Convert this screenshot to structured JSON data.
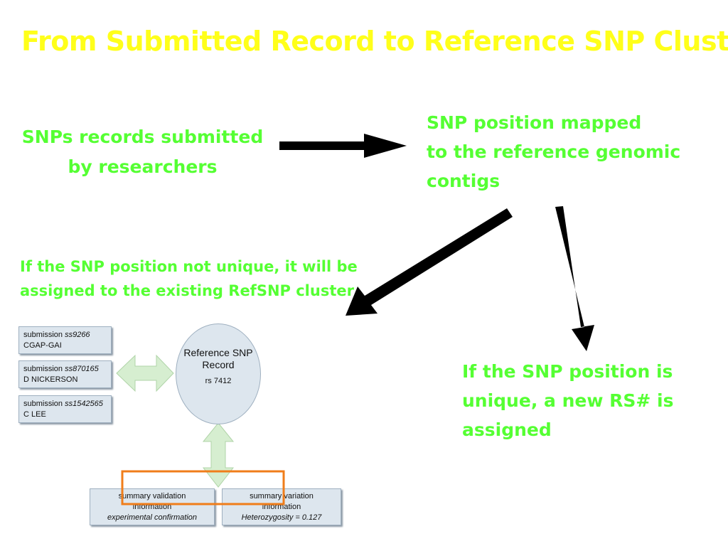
{
  "title": "From Submitted Record to Reference SNP Cluster",
  "steps": {
    "submitted": [
      "SNPs records submitted",
      "by researchers"
    ],
    "mapped": [
      "SNP position mapped",
      "to the reference genomic",
      "contigs"
    ],
    "not_unique": [
      "If the SNP position not unique, it will be",
      "assigned to the existing RefSNP cluster"
    ],
    "unique": [
      "If the SNP position is",
      "unique, a new RS# is",
      "assigned"
    ]
  },
  "figure": {
    "submissions": [
      {
        "prefix": "submission ",
        "id": "ss9266",
        "submitter": "CGAP-GAI"
      },
      {
        "prefix": "submission ",
        "id": "ss870165",
        "submitter": "D NICKERSON"
      },
      {
        "prefix": "submission ",
        "id": "ss1542565",
        "submitter": "C LEE"
      }
    ],
    "refsnp": {
      "name": "Reference SNP Record",
      "rs": "rs 7412"
    },
    "summary_validation": {
      "line1": "summary validation",
      "line2": "information",
      "detail": "experimental confirmation"
    },
    "summary_variation": {
      "line1": "summary variation",
      "line2": "information",
      "detail": "Heterozygosity = 0.127"
    }
  },
  "colors": {
    "title": "#ffff1a",
    "text": "#55ff33",
    "highlight": "#f07d1a",
    "arrow": "#000000"
  }
}
